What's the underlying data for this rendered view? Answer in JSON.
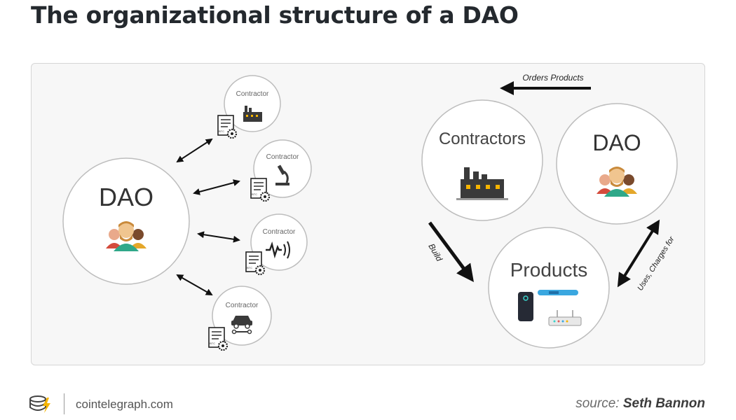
{
  "title": "The organizational structure of a DAO",
  "left_diagram": {
    "dao_label": "DAO",
    "contractors": [
      {
        "label": "Contractor",
        "icon": "factory-icon"
      },
      {
        "label": "Contractor",
        "icon": "microscope-icon"
      },
      {
        "label": "Contractor",
        "icon": "sound-wave-icon"
      },
      {
        "label": "Contractor",
        "icon": "car-icon"
      }
    ]
  },
  "right_diagram": {
    "contractors_label": "Contractors",
    "dao_label": "DAO",
    "products_label": "Products",
    "arrow_orders": "Orders Products",
    "arrow_build": "Build",
    "arrow_uses": "Uses, Charges for"
  },
  "footer": {
    "site": "cointelegraph.com",
    "source_prefix": "source:",
    "source_name": "Seth Bannon"
  },
  "colors": {
    "panel_bg": "#f7f7f7",
    "circle_stroke": "#b9b9b9",
    "arrow": "#111111",
    "logo_accent": "#f5b400"
  }
}
